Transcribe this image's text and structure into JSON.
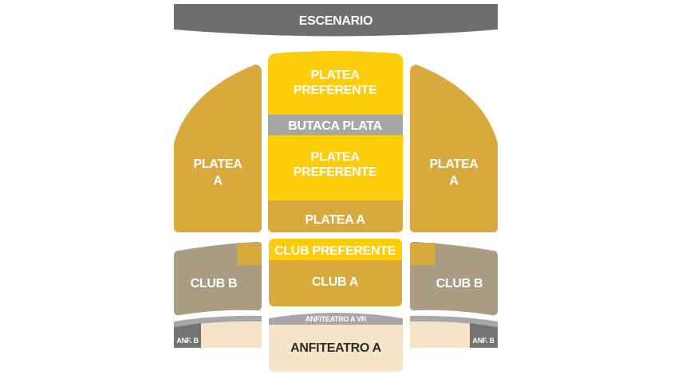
{
  "stage": {
    "label": "ESCENARIO"
  },
  "sections": {
    "platea_preferente_front": {
      "line1": "PLATEA",
      "line2": "PREFERENTE"
    },
    "butaca_plata": {
      "label": "BUTACA PLATA"
    },
    "platea_preferente_back": {
      "line1": "PLATEA",
      "line2": "PREFERENTE"
    },
    "platea_a_center": {
      "label": "PLATEA A"
    },
    "platea_a_left": {
      "line1": "PLATEA",
      "line2": "A"
    },
    "platea_a_right": {
      "line1": "PLATEA",
      "line2": "A"
    },
    "club_preferente": {
      "label": "CLUB PREFERENTE"
    },
    "club_a": {
      "label": "CLUB A"
    },
    "club_b_left": {
      "label": "CLUB B"
    },
    "club_b_right": {
      "label": "CLUB B"
    },
    "anfiteatro_a_vr": {
      "label": "ANFITEATRO A VR"
    },
    "anfiteatro_a": {
      "label": "ANFITEATRO A"
    },
    "anf_b_left": {
      "label": "ANF. B"
    },
    "anf_b_right": {
      "label": "ANF. B"
    }
  },
  "colors": {
    "stage": "#6f6e6c",
    "platea_preferente": "#fdcc0a",
    "butaca_plata": "#a6a7a8",
    "platea_a": "#d8a93d",
    "club_preferente": "#fdcc0a",
    "club_a": "#d8a93d",
    "club_b": "#aa9c82",
    "anfiteatro_vr": "#a6a7a8",
    "anfiteatro_a": "#f5e5c8",
    "anf_b": "#737373"
  }
}
